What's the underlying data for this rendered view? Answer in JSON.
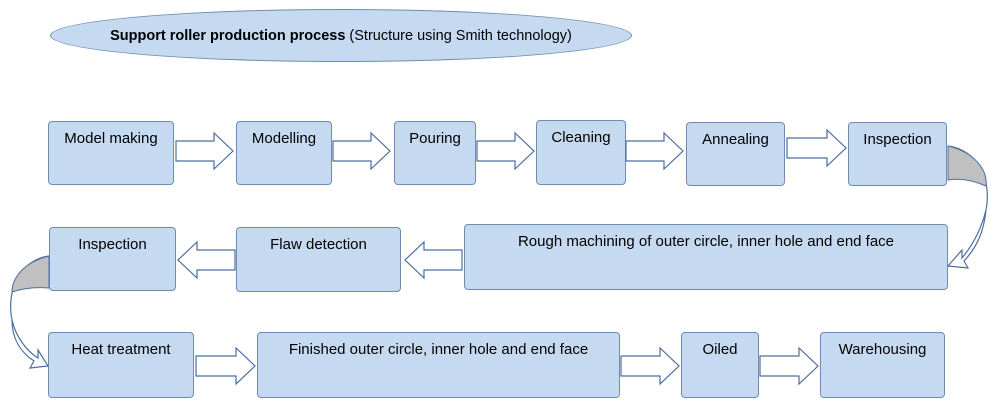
{
  "title": {
    "bold": "Support roller production process",
    "rest": "(Structure using Smith technology)"
  },
  "steps": {
    "model_making": "Model making",
    "modelling": "Modelling",
    "pouring": "Pouring",
    "cleaning": "Cleaning",
    "annealing": "Annealing",
    "inspection_1": "Inspection",
    "rough_machining": "Rough machining of outer circle, inner hole and end face",
    "flaw_detection": "Flaw detection",
    "inspection_2": "Inspection",
    "heat_treatment": "Heat treatment",
    "finished": "Finished outer circle, inner hole and end face",
    "oiled": "Oiled",
    "warehousing": "Warehousing"
  },
  "colors": {
    "box_fill": "#c5daf0",
    "box_border": "#6f8db0",
    "curve_fill": "#c0c0c0"
  }
}
